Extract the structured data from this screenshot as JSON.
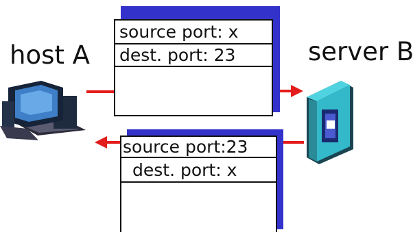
{
  "host": {
    "label": "host A"
  },
  "server": {
    "label": "server B"
  },
  "segment_to_server": {
    "source_port": "source port: x",
    "dest_port": "dest. port: 23"
  },
  "segment_to_host": {
    "source_port": "source port:23",
    "dest_port": "dest. port: x"
  },
  "colors": {
    "arrow": "#e31c1c",
    "segment_shadow": "#3333cc",
    "host_monitor": "#3f7fc8",
    "server_body": "#33b9c9"
  },
  "icons": [
    "host-computer-icon",
    "server-icon"
  ]
}
